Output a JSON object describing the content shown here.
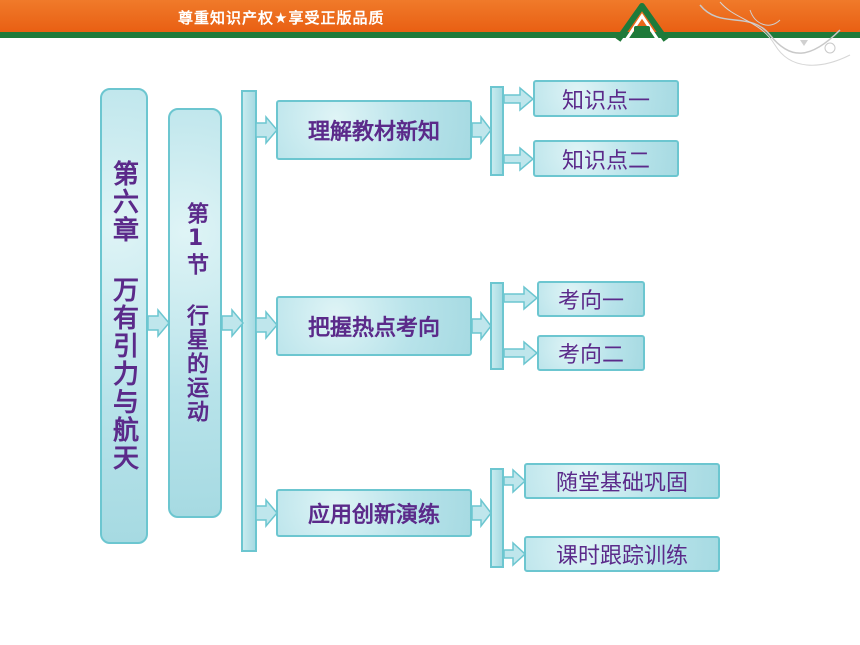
{
  "header": {
    "banner_text": "尊重知识产权★享受正版品质",
    "colors": {
      "bar": "#e85c10",
      "stripe": "#1f7a3a",
      "box_border": "#6cc6d0",
      "text": "#5b2a8a"
    }
  },
  "diagram": {
    "chapter": "第六章 万有引力与航天",
    "section": "第1节 行星的运动",
    "branches": [
      {
        "label": "理解教材新知",
        "children": [
          "知识点一",
          "知识点二"
        ]
      },
      {
        "label": "把握热点考向",
        "children": [
          "考向一",
          "考向二"
        ]
      },
      {
        "label": "应用创新演练",
        "children": [
          "随堂基础巩固",
          "课时跟踪训练"
        ]
      }
    ]
  }
}
